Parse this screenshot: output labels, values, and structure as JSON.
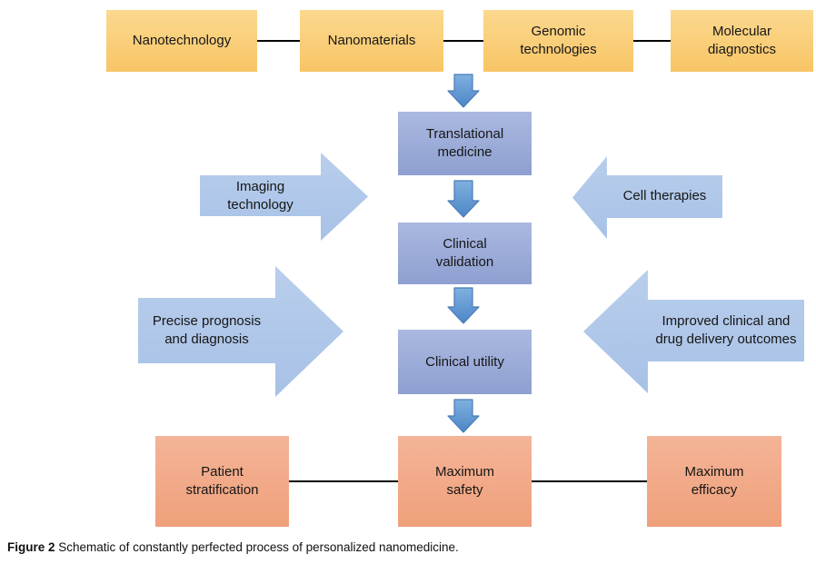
{
  "figure_caption": {
    "label": "Figure 2",
    "text": "Schematic of constantly perfected process of personalized nanomedicine."
  },
  "top_row": {
    "boxes": [
      {
        "label": "Nanotechnology"
      },
      {
        "label": "Nanomaterials"
      },
      {
        "label": "Genomic\ntechnologies"
      },
      {
        "label": "Molecular\ndiagnostics"
      }
    ]
  },
  "center_flow": {
    "boxes": [
      {
        "label": "Translational\nmedicine"
      },
      {
        "label": "Clinical\nvalidation"
      },
      {
        "label": "Clinical utility"
      }
    ]
  },
  "left_inputs": [
    {
      "label": "Imaging\ntechnology"
    },
    {
      "label": "Precise prognosis\nand diagnosis"
    }
  ],
  "right_inputs": [
    {
      "label": "Cell therapies"
    },
    {
      "label": "Improved clinical and\ndrug delivery outcomes"
    }
  ],
  "bottom_row": {
    "boxes": [
      {
        "label": "Patient\nstratification"
      },
      {
        "label": "Maximum\nsafety"
      },
      {
        "label": "Maximum\nefficacy"
      }
    ]
  },
  "colors": {
    "top_box_light": "#FBD990",
    "top_box_dark": "#F8C565",
    "center_box_light": "#ABB9E1",
    "center_box_dark": "#8E9FD0",
    "side_arrow_light": "#B9CEEC",
    "side_arrow_dark": "#A7C1E6",
    "down_arrow_light": "#7FB0E0",
    "down_arrow_dark": "#4D86C6",
    "down_arrow_border": "#4A7CB8",
    "bottom_box_light": "#F4B497",
    "bottom_box_dark": "#EFA07B",
    "connector": "#000000",
    "text": "#161616"
  }
}
